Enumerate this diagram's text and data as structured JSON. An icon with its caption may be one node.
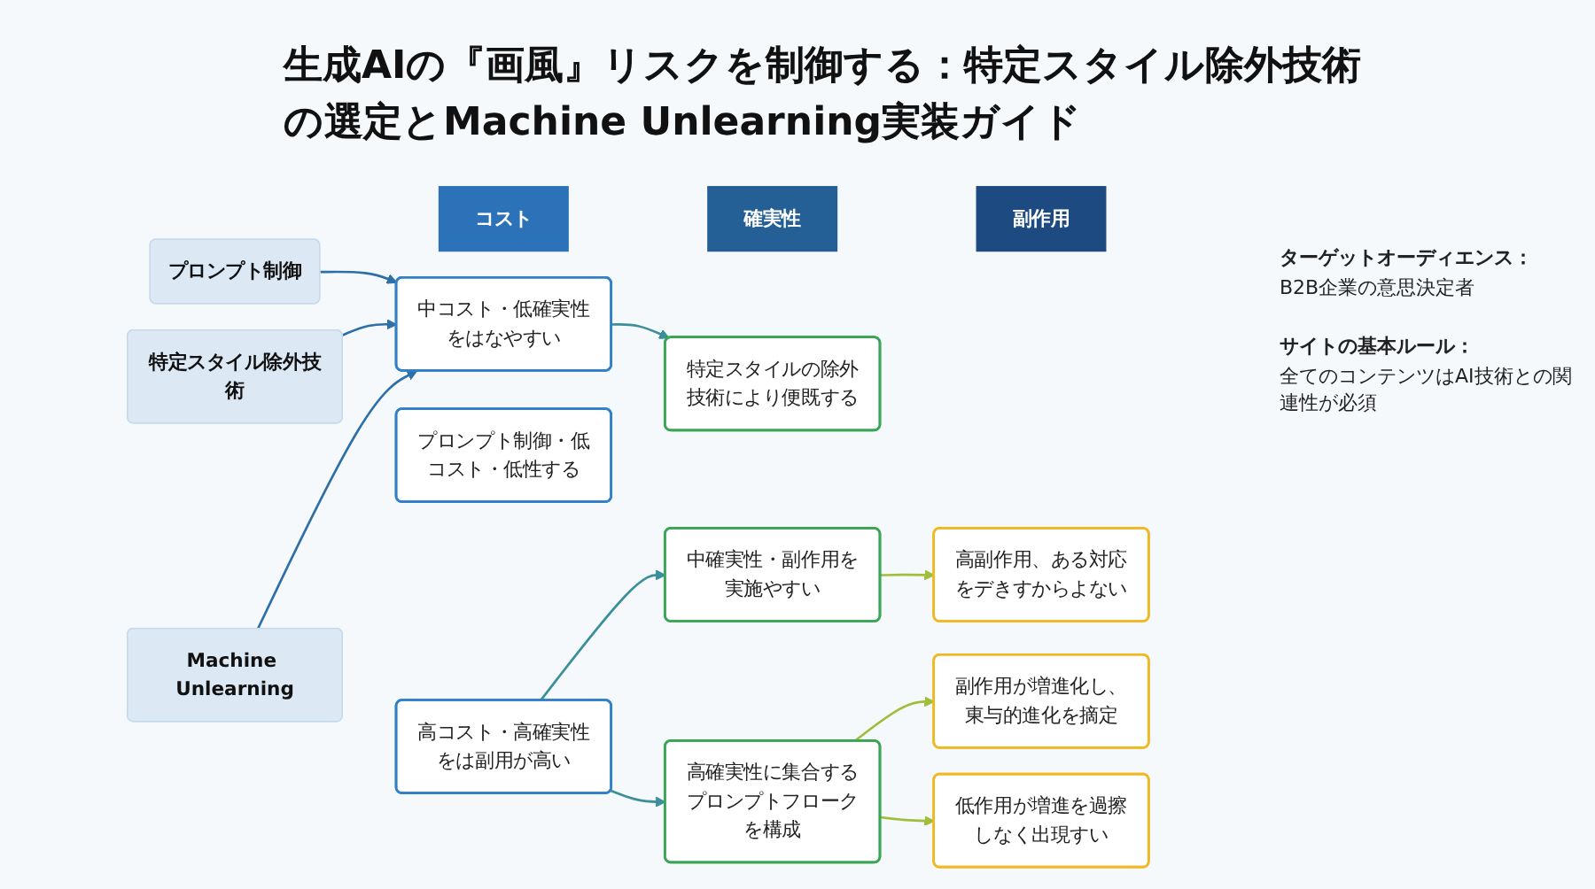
{
  "diagram": {
    "title": "生成AIの『画風』リスクを制御する：特定スタイル除外技術の選定とMachine Unlearning実装ガイド",
    "nodes": [
      {
        "text": [
          "コスト"
        ]
      },
      {
        "text": [
          "確実性"
        ]
      },
      {
        "text": [
          "副作用"
        ]
      },
      {
        "text": [
          "プロンプト制御"
        ]
      },
      {
        "text": [
          "プロンプト制御・低コスト・低性する"
        ]
      },
      {
        "text": [
          "特定スタイルの除外技術により便既する"
        ]
      },
      {
        "text": [
          "高副作用、ある対応をデきすからよない"
        ]
      },
      {
        "text": [
          "特定スタイル除外技術"
        ]
      },
      {
        "text": [
          "中コスト・低確実性をはなやすい"
        ]
      },
      {
        "text": [
          "中確実性・副作用を実施やすい"
        ]
      },
      {
        "text": [
          "副作用が増進化し、東与的進化を摘定"
        ]
      },
      {
        "text": [
          "Machine Unlearning"
        ]
      },
      {
        "text": [
          "高コスト・高確実性をは副用が高い"
        ]
      },
      {
        "text": [
          "高確実性に集合するプロンプトフロークを構成"
        ]
      },
      {
        "text": [
          "低作用が増進を過擦しなく出現すい"
        ]
      }
    ],
    "edges": [
      {
        "from": 3,
        "to": 8,
        "arrow": "to",
        "color": "#2e6fa8"
      },
      {
        "from": 7,
        "to": 8,
        "arrow": "to",
        "color": "#2e6fa8"
      },
      {
        "from": 11,
        "to": 8,
        "arrow": "to",
        "color": "#2e6fa8"
      },
      {
        "from": 8,
        "to": 5,
        "arrow": "to",
        "color": "#3a8f9a"
      },
      {
        "from": 12,
        "to": 9,
        "arrow": "to",
        "color": "#3a8f9a"
      },
      {
        "from": 12,
        "to": 13,
        "arrow": "to",
        "color": "#3a8f9a"
      },
      {
        "from": 9,
        "to": 6,
        "arrow": "to",
        "color": "#9fbf3a"
      },
      {
        "from": 13,
        "to": 10,
        "arrow": "to",
        "color": "#9fbf3a"
      },
      {
        "from": 13,
        "to": 14,
        "arrow": "to",
        "color": "#9fbf3a"
      }
    ],
    "labels": [
      "ターゲットオーディエンス：",
      "B2B企業の意思決定者",
      "サイトの基本ルール：",
      "全てのコンテンツはAI技術との関連性が必須"
    ]
  }
}
